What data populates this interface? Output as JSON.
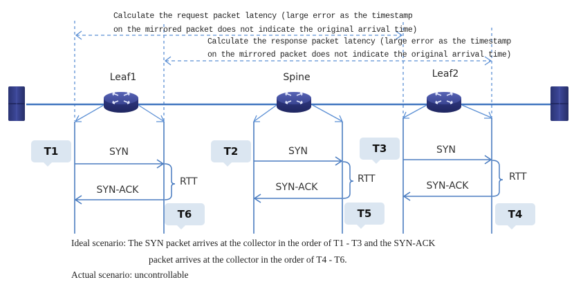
{
  "annotations": {
    "request_latency": {
      "line1": "Calculate the request packet latency (large error as the timestamp",
      "line2": "on the mirrored packet does not indicate the original arrival time)"
    },
    "response_latency": {
      "line1": "Calculate the response packet latency (large error as the timestamp",
      "line2": "on the mirrored packet does not indicate the original arrival time)"
    }
  },
  "nodes": {
    "leaf1": "Leaf1",
    "spine": "Spine",
    "leaf2": "Leaf2"
  },
  "segments": [
    {
      "syn": "SYN",
      "synack": "SYN-ACK",
      "rtt": "RTT",
      "t_in": "T1",
      "t_out": "T6"
    },
    {
      "syn": "SYN",
      "synack": "SYN-ACK",
      "rtt": "RTT",
      "t_in": "T2",
      "t_out": "T5"
    },
    {
      "syn": "SYN",
      "synack": "SYN-ACK",
      "rtt": "RTT",
      "t_in": "T3",
      "t_out": "T4"
    }
  ],
  "footer": {
    "ideal_line1": "Ideal scenario: The SYN packet arrives at the collector in the order of T1  -  T3 and the SYN-ACK",
    "ideal_line2": "packet arrives at the collector in the order of T4  -  T6.",
    "actual": "Actual scenario: uncontrollable"
  },
  "colors": {
    "line": "#4a7cc0",
    "dash": "#5b8fd4",
    "badge": "#dbe6f1",
    "device": "#2e3a78"
  }
}
